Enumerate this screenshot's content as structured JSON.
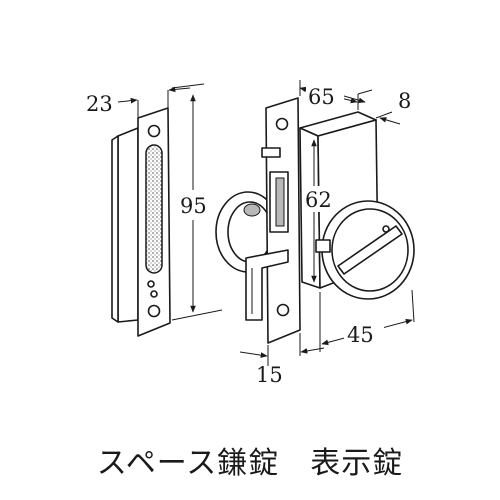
{
  "dimensions": {
    "front_plate_width": "23",
    "case_height": "95",
    "case_depth": "65",
    "thickness": "8",
    "backset": "62",
    "knob_offset": "45",
    "face_width": "15"
  },
  "caption": {
    "product_name": "スペース鎌錠",
    "variant": "表示錠"
  }
}
